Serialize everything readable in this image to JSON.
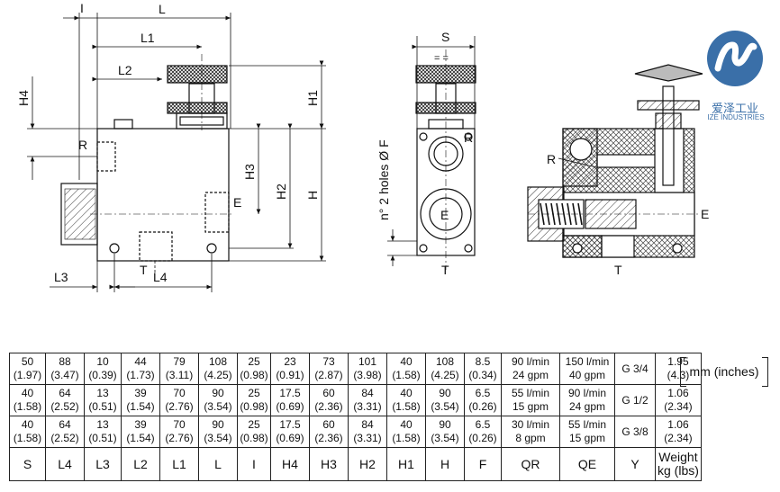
{
  "drawing": {
    "dims": {
      "L": "L",
      "L1": "L1",
      "L2": "L2",
      "L3": "L3",
      "L4": "L4",
      "I": "I",
      "H": "H",
      "H1": "H1",
      "H2": "H2",
      "H3": "H3",
      "H4": "H4",
      "S": "S"
    },
    "ports": {
      "R": "R",
      "E": "E",
      "T": "T"
    },
    "holes_label": "n° 2 holes Ø F",
    "sym": "= ="
  },
  "logo": {
    "cn": "爱泽工业",
    "en": "IZE INDUSTRIES"
  },
  "units_note": "mm  (inches)",
  "table": {
    "rows": [
      [
        [
          "50",
          "(1.97)"
        ],
        [
          "88",
          "(3.47)"
        ],
        [
          "10",
          "(0.39)"
        ],
        [
          "44",
          "(1.73)"
        ],
        [
          "79",
          "(3.11)"
        ],
        [
          "108",
          "(4.25)"
        ],
        [
          "25",
          "(0.98)"
        ],
        [
          "23",
          "(0.91)"
        ],
        [
          "73",
          "(2.87)"
        ],
        [
          "101",
          "(3.98)"
        ],
        [
          "40",
          "(1.58)"
        ],
        [
          "108",
          "(4.25)"
        ],
        [
          "8.5",
          "(0.34)"
        ],
        [
          "90 l/min",
          "24 gpm"
        ],
        [
          "150 l/min",
          "40 gpm"
        ],
        [
          "G 3/4"
        ],
        [
          "1.95",
          "(4.3)"
        ]
      ],
      [
        [
          "40",
          "(1.58)"
        ],
        [
          "64",
          "(2.52)"
        ],
        [
          "13",
          "(0.51)"
        ],
        [
          "39",
          "(1.54)"
        ],
        [
          "70",
          "(2.76)"
        ],
        [
          "90",
          "(3.54)"
        ],
        [
          "25",
          "(0.98)"
        ],
        [
          "17.5",
          "(0.69)"
        ],
        [
          "60",
          "(2.36)"
        ],
        [
          "84",
          "(3.31)"
        ],
        [
          "40",
          "(1.58)"
        ],
        [
          "90",
          "(3.54)"
        ],
        [
          "6.5",
          "(0.26)"
        ],
        [
          "55 l/min",
          "15 gpm"
        ],
        [
          "90 l/min",
          "24 gpm"
        ],
        [
          "G 1/2"
        ],
        [
          "1.06",
          "(2.34)"
        ]
      ],
      [
        [
          "40",
          "(1.58)"
        ],
        [
          "64",
          "(2.52)"
        ],
        [
          "13",
          "(0.51)"
        ],
        [
          "39",
          "(1.54)"
        ],
        [
          "70",
          "(2.76)"
        ],
        [
          "90",
          "(3.54)"
        ],
        [
          "25",
          "(0.98)"
        ],
        [
          "17.5",
          "(0.69)"
        ],
        [
          "60",
          "(2.36)"
        ],
        [
          "84",
          "(3.31)"
        ],
        [
          "40",
          "(1.58)"
        ],
        [
          "90",
          "(3.54)"
        ],
        [
          "6.5",
          "(0.26)"
        ],
        [
          "30 l/min",
          "8 gpm"
        ],
        [
          "55 l/min",
          "15 gpm"
        ],
        [
          "G 3/8"
        ],
        [
          "1.06",
          "(2.34)"
        ]
      ]
    ],
    "header": [
      "S",
      "L4",
      "L3",
      "L2",
      "L1",
      "L",
      "I",
      "H4",
      "H3",
      "H2",
      "H1",
      "H",
      "F",
      "QR",
      "QE",
      "Y",
      [
        "Weight",
        "kg (lbs)"
      ]
    ],
    "col_widths": [
      35,
      38,
      36,
      38,
      38,
      38,
      32,
      38,
      38,
      38,
      38,
      38,
      36,
      60,
      56,
      40,
      44
    ]
  }
}
